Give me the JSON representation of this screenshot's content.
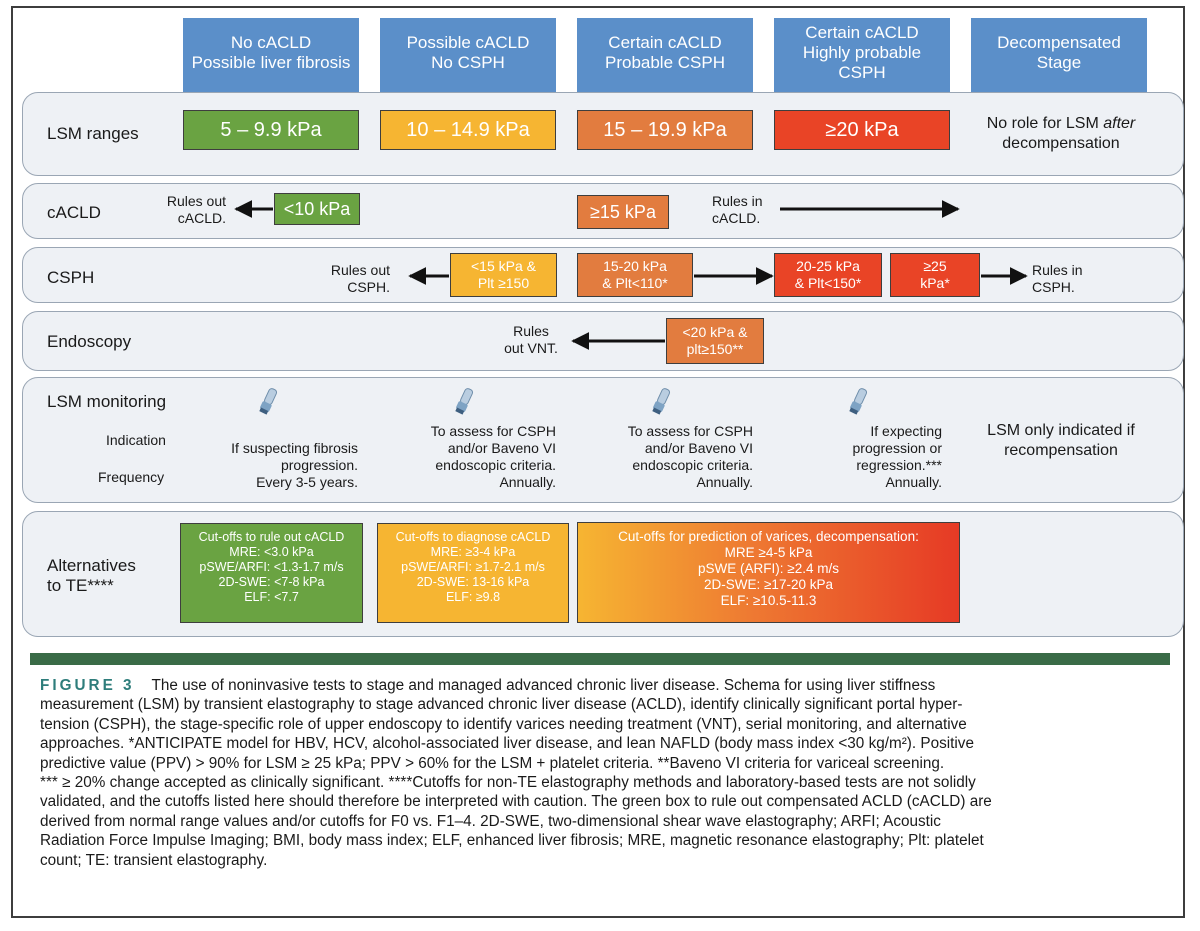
{
  "columns": [
    {
      "line1": "No cACLD",
      "line2": "Possible liver fibrosis",
      "line3": ""
    },
    {
      "line1": "Possible cACLD",
      "line2": "No CSPH",
      "line3": ""
    },
    {
      "line1": "Certain cACLD",
      "line2": "Probable CSPH",
      "line3": ""
    },
    {
      "line1": "Certain cACLD",
      "line2": "Highly probable",
      "line3": "CSPH"
    },
    {
      "line1": "Decompensated",
      "line2": "Stage",
      "line3": ""
    }
  ],
  "lsm_ranges": {
    "label": "LSM ranges",
    "values": [
      "5 – 9.9 kPa",
      "10 – 14.9 kPa",
      "15 – 19.9 kPa",
      "≥20 kPa"
    ],
    "note_line1_pre": "No role for LSM ",
    "note_line1_em": "after",
    "note_line2": "decompensation"
  },
  "cacld": {
    "label": "cACLD",
    "rule_out_line1": "Rules out",
    "rule_out_line2": "cACLD.",
    "low_box": "<10 kPa",
    "high_box": "≥15 kPa",
    "rule_in_line1": "Rules in",
    "rule_in_line2": "cACLD."
  },
  "csph": {
    "label": "CSPH",
    "rule_out_line1": "Rules out",
    "rule_out_line2": "CSPH.",
    "box1_line1": "<15 kPa &",
    "box1_line2": "Plt ≥150",
    "box2_line1": "15-20 kPa",
    "box2_line2": "& Plt<110*",
    "box3_line1": "20-25 kPa",
    "box3_line2": "& Plt<150*",
    "box4_line1": "≥25",
    "box4_line2": "kPa*",
    "rule_in_line1": "Rules in",
    "rule_in_line2": "CSPH."
  },
  "endoscopy": {
    "label": "Endoscopy",
    "rule_out_line1": "Rules",
    "rule_out_line2": "out VNT.",
    "box_line1": "<20 kPa &",
    "box_line2": "plt≥150**"
  },
  "monitoring": {
    "label": "LSM monitoring",
    "indication_label": "Indication",
    "frequency_label": "Frequency",
    "col1": [
      "If suspecting fibrosis",
      "progression.",
      "Every 3-5 years."
    ],
    "col2": [
      "To assess for CSPH",
      "and/or Baveno VI",
      "endoscopic criteria.",
      "Annually."
    ],
    "col3": [
      "To assess for CSPH",
      "and/or Baveno VI",
      "endoscopic criteria.",
      "Annually."
    ],
    "col4": [
      "If expecting",
      "progression or",
      "regression.***",
      "Annually."
    ],
    "col5": [
      "LSM only indicated if",
      "recompensation"
    ]
  },
  "alternatives": {
    "label_line1": "Alternatives",
    "label_line2": "to TE****",
    "green": [
      "Cut-offs to rule out cACLD",
      "MRE: <3.0 kPa",
      "pSWE/ARFI: <1.3-1.7 m/s",
      "2D-SWE: <7-8 kPa",
      "ELF: <7.7"
    ],
    "yellow": [
      "Cut-offs to diagnose cACLD",
      "MRE: ≥3-4 kPa",
      "pSWE/ARFI: ≥1.7-2.1 m/s",
      "2D-SWE: 13-16 kPa",
      "ELF: ≥9.8"
    ],
    "gradient": [
      "Cut-offs for prediction of varices, decompensation:",
      "MRE ≥4-5 kPa",
      "pSWE (ARFI): ≥2.4 m/s",
      "2D-SWE: ≥17-20 kPa",
      "ELF: ≥10.5-11.3"
    ]
  },
  "caption": {
    "figure_label": "FIGURE 3",
    "lines": [
      "The use of noninvasive tests to stage and managed advanced chronic liver disease. Schema for using liver stiffness",
      "measurement (LSM) by transient elastography to stage advanced chronic liver disease (ACLD), identify clinically significant portal hyper-",
      "tension (CSPH), the stage-specific role of upper endoscopy to identify varices needing treatment (VNT), serial monitoring, and alternative",
      "approaches. *ANTICIPATE model for HBV, HCV, alcohol-associated liver disease, and lean NAFLD (body mass index <30 kg/m²). Positive",
      "predictive value (PPV) > 90% for LSM ≥ 25 kPa; PPV > 60% for the LSM + platelet criteria. **Baveno VI criteria for variceal screening.",
      "*** ≥ 20% change accepted as clinically significant. ****Cutoffs for non-TE elastography methods and laboratory-based tests are not solidly",
      "validated, and the cutoffs listed here should therefore be interpreted with caution. The green box to rule out compensated ACLD (cACLD) are",
      "derived from normal range values and/or cutoffs for F0 vs. F1–4. 2D-SWE, two-dimensional shear wave elastography; ARFI; Acoustic",
      "Radiation Force Impulse Imaging; BMI, body mass index; ELF, enhanced liver fibrosis; MRE, magnetic resonance elastography; Plt: platelet",
      "count; TE: transient elastography."
    ]
  },
  "colors": {
    "header_blue": "#5b8fc9",
    "green": "#6aa342",
    "yellow": "#f6b532",
    "orange": "#e27c3f",
    "red": "#e94426",
    "divider_green": "#3a6b47",
    "figure_teal": "#2e7d7b"
  },
  "icons": [
    "ultrasound-probe-icon"
  ]
}
